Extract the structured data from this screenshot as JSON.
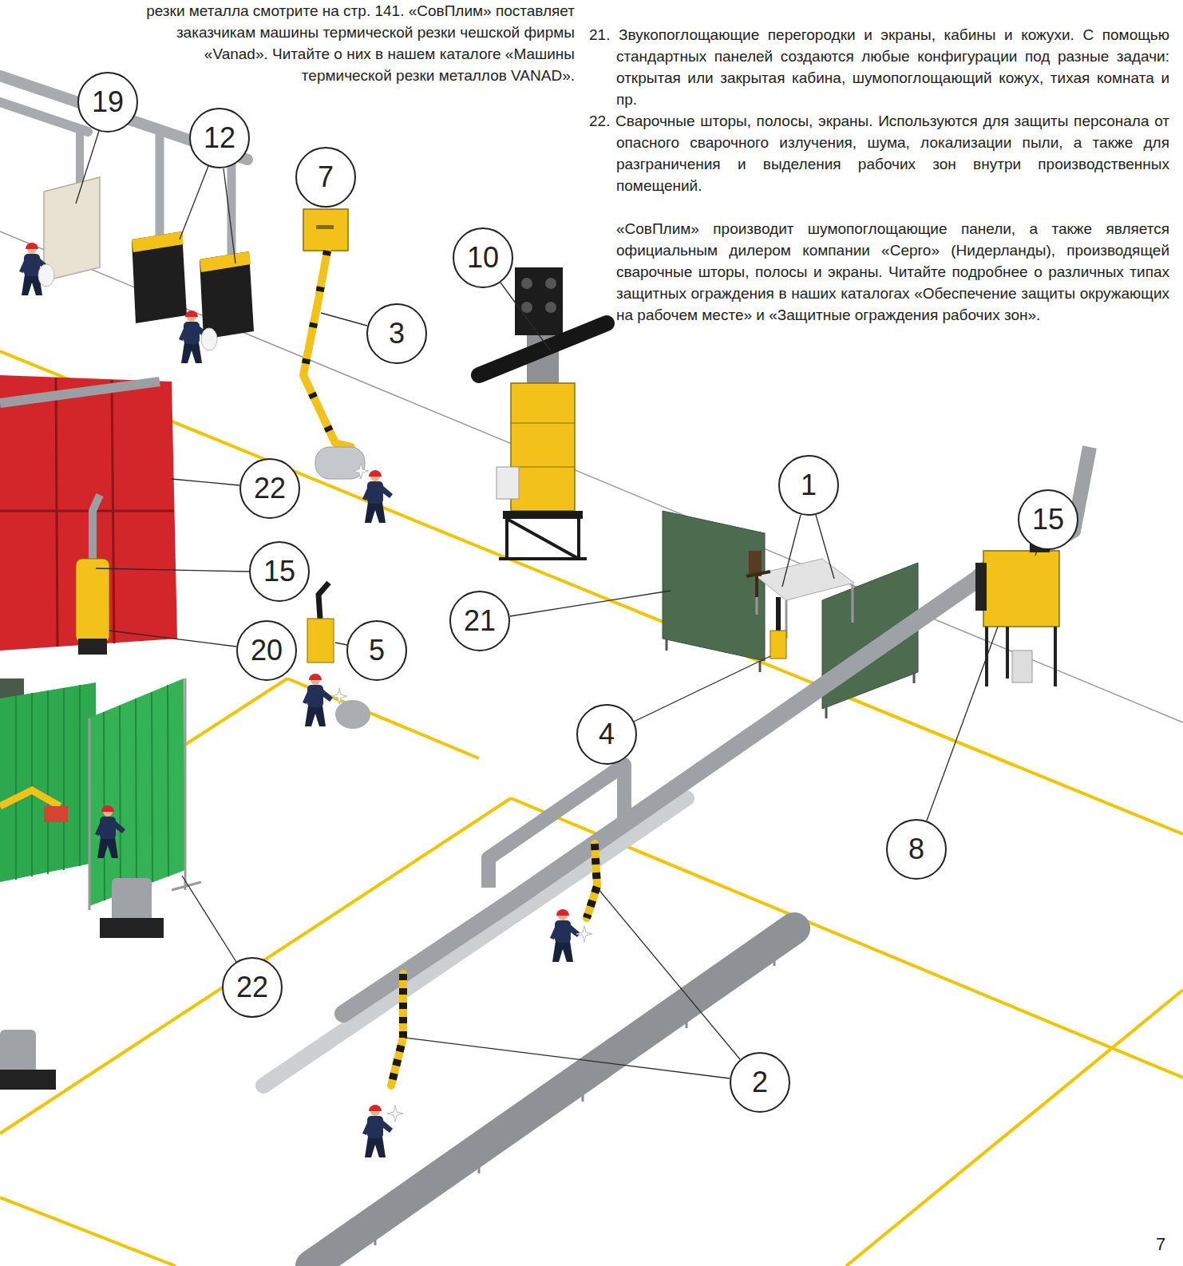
{
  "diagram": {
    "nodes": [
      {
        "text": [
          "19"
        ]
      },
      {
        "text": [
          "12"
        ]
      },
      {
        "text": [
          "7"
        ]
      },
      {
        "text": [
          "10"
        ]
      },
      {
        "text": [
          "3"
        ]
      },
      {
        "text": [
          "1"
        ]
      },
      {
        "text": [
          "22"
        ]
      },
      {
        "text": [
          "15"
        ]
      },
      {
        "text": [
          "15"
        ]
      },
      {
        "text": [
          "21"
        ]
      },
      {
        "text": [
          "20"
        ]
      },
      {
        "text": [
          "5"
        ]
      },
      {
        "text": [
          "4"
        ]
      },
      {
        "text": [
          "8"
        ]
      },
      {
        "text": [
          "22"
        ]
      },
      {
        "text": [
          "2"
        ]
      }
    ],
    "labels": [
      "резки металла смотрите на стр. 141. «СовПлим» поставляет заказчикам машины термической резки чешской фирмы «Vanad». Читайте о них в нашем каталоге «Машины термической резки металлов VANAD».",
      "21. Звукопоглощающие перегородки и экраны, кабины и кожухи. С помощью стандартных панелей создаются любые конфигурации под разные задачи: открытая или закрытая кабина, шумопоглощающий кожух, тихая комната и пр.",
      "22. Сварочные шторы, полосы, экраны. Используются для защиты персонала от опасного сварочного излучения, шума, локализации пыли, а также для разграничения и выделения рабочих зон внутри производственных помещений.",
      "«СовПлим» производит шумопоглощающие панели, а также является официальным дилером компании «Cepro» (Нидерланды), производящей сварочные шторы, полосы и экраны. Читайте подробнее о различных типах защитных ограждения в наших каталогах «Обеспечение защиты окружающих на рабочем месте» и «Защитные ограждения рабочих зон».",
      "7"
    ]
  }
}
